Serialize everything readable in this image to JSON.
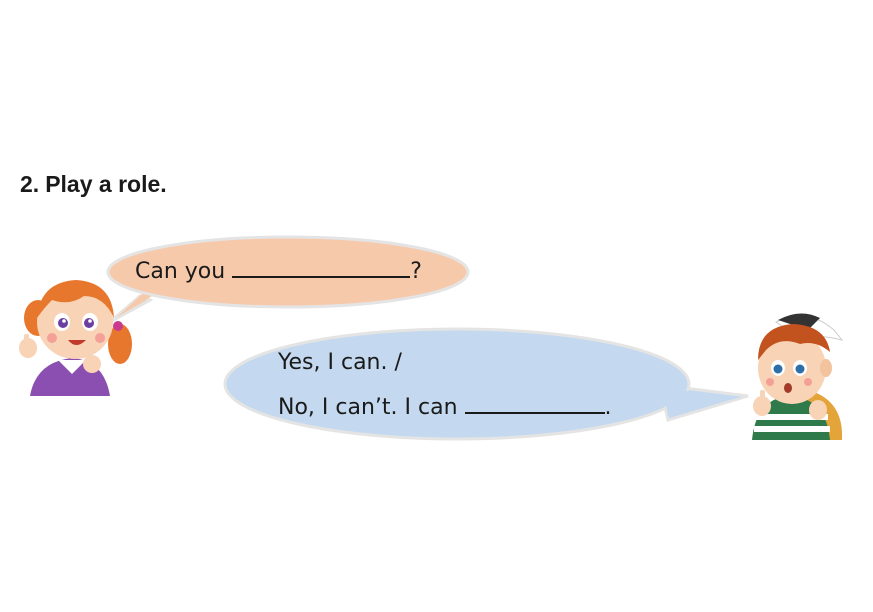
{
  "exercise": {
    "number": "2.",
    "title": "Play a role."
  },
  "girl_bubble": {
    "text_before_blank": "Can you",
    "text_after_blank": "?"
  },
  "boy_bubble": {
    "line1": "Yes, I can. /",
    "line2_before_blank": "No, I can’t. I can",
    "line2_after_blank": "."
  },
  "colors": {
    "girl_bubble_fill": "#f6c9ab",
    "boy_bubble_fill": "#c4d9ef"
  },
  "illustrations": {
    "girl": "girl-character-illustration",
    "boy": "boy-character-illustration"
  }
}
